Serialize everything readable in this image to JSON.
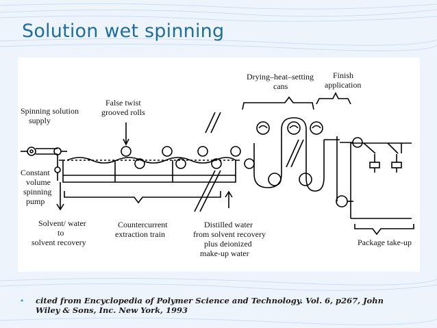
{
  "slide": {
    "title": "Solution wet spinning",
    "citation": "cited from Encyclopedia of Polymer Science and Technology. Vol. 6, p267, John Wiley & Sons, Inc. New York, 1993",
    "bullet": "•",
    "colors": {
      "title": "#1f6d9b",
      "background": "#eef4fb",
      "bullet": "#3e9bd3"
    }
  },
  "diagram": {
    "labels": {
      "spinning_solution_1": "Spinning solution",
      "spinning_solution_2": "supply",
      "false_twist_1": "False twist",
      "false_twist_2": "grooved rolls",
      "drying_1": "Drying–heat–setting",
      "drying_2": "cans",
      "finish_1": "Finish",
      "finish_2": "application",
      "constant_1": "Constant",
      "constant_2": "volume",
      "constant_3": "spinning",
      "constant_4": "pump",
      "solvent_1": "Solvent/ water",
      "solvent_2": "to",
      "solvent_3": "solvent recovery",
      "counter_1": "Countercurrent",
      "counter_2": "extraction train",
      "distilled_1": "Distilled water",
      "distilled_2": "from solvent recovery",
      "distilled_3": "plus deionized",
      "distilled_4": "make-up water",
      "package": "Package take-up"
    }
  }
}
